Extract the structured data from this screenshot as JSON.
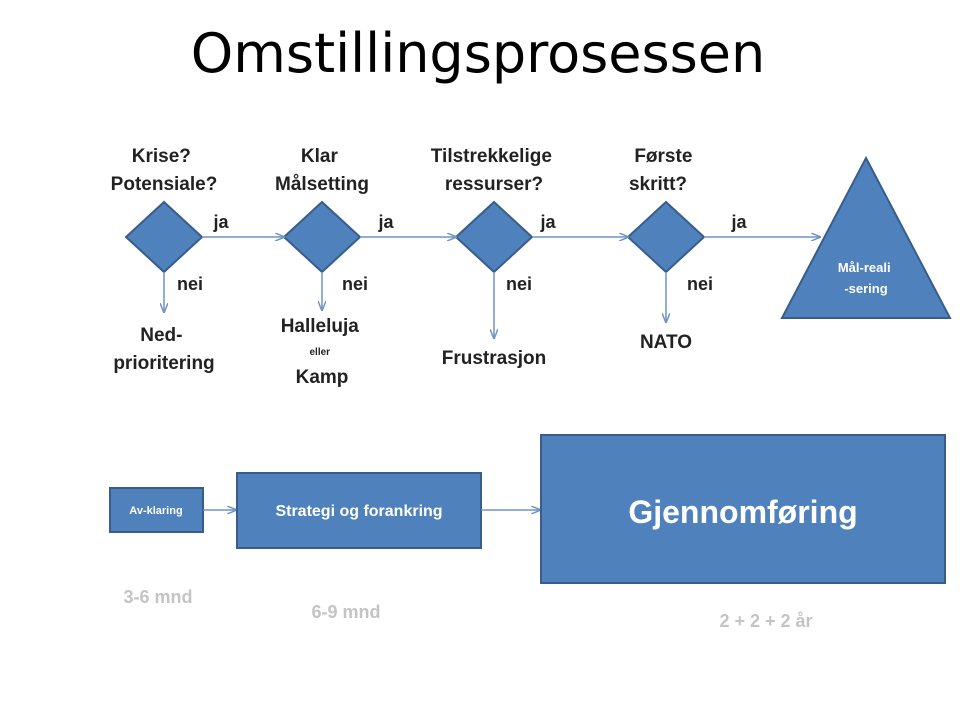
{
  "title": "Omstillingsprosessen",
  "decisions": [
    {
      "question": [
        "Krise?",
        "Potensiale?"
      ],
      "yes": "ja",
      "no": "nei",
      "outcome": [
        "Ned-",
        "prioritering"
      ]
    },
    {
      "question": [
        "Klar",
        "Målsetting"
      ],
      "yes": "ja",
      "no": "nei",
      "outcome": [
        "Halleluja",
        "eller",
        "Kamp"
      ]
    },
    {
      "question": [
        "Tilstrekkelige",
        "ressurser?"
      ],
      "yes": "ja",
      "no": "nei",
      "outcome": [
        "Frustrasjon"
      ]
    },
    {
      "question": [
        "Første",
        "skritt?"
      ],
      "yes": "ja",
      "no": "nei",
      "outcome": [
        "NATO"
      ]
    }
  ],
  "goal": {
    "line1": "Mål-reali",
    "line2": "-sering"
  },
  "phases": [
    {
      "label": "Av-klaring",
      "duration": "3-6 mnd"
    },
    {
      "label": "Strategi og forankring",
      "duration": "6-9 mnd"
    },
    {
      "label": "Gjennomføring",
      "duration": "2 + 2 + 2 år"
    }
  ],
  "colors": {
    "shape_fill": "#4f81bd",
    "shape_stroke": "#385d8a",
    "connector": "#6f93c4",
    "duration_text": "#c4c4c4"
  }
}
